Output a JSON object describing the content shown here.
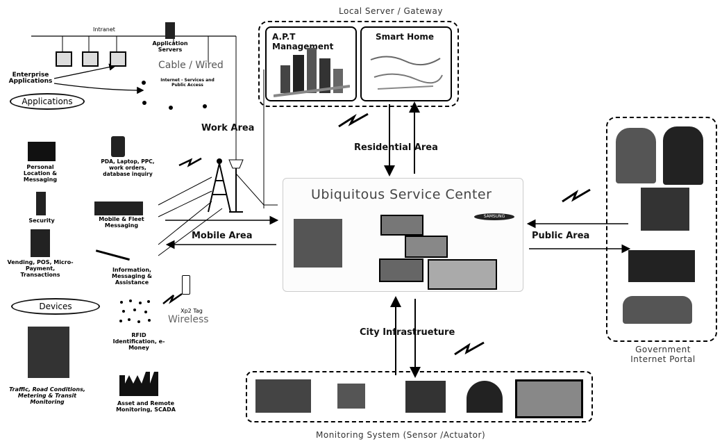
{
  "local_server": {
    "title": "Local Server / Gateway",
    "panels": [
      "A.P.T Management",
      "Smart Home"
    ]
  },
  "applications": {
    "intranet": "Intranet",
    "app_servers": "Application Servers",
    "cable_wired": "Cable / Wired",
    "enterprise_apps": "Enterprise Applications",
    "internet": "Internet - Services and Public Access",
    "applications_oval": "Applications"
  },
  "areas": {
    "work": "Work Area",
    "residential": "Residential Area",
    "mobile": "Mobile Area",
    "public": "Public Area",
    "city": "City Infrastrueture"
  },
  "center": {
    "title": "Ubiquitous Service Center",
    "brand": "SAMSUNG"
  },
  "left_items": [
    "Personal Location & Messaging",
    "Security",
    "Vending, POS, Micro-Payment, Transactions",
    "PDA, Laptop, PPC, work orders, database inquiry",
    "Mobile & Fleet Messaging",
    "Information, Messaging & Assistance",
    "Xp2 Tag",
    "RFID Identification, e-Money",
    "Traffic, Road Conditions, Metering & Transit Monitoring",
    "Asset and Remote Monitoring, SCADA"
  ],
  "devices_oval": "Devices",
  "wireless": "Wireless",
  "government": {
    "label": "Government Internet Portal"
  },
  "monitoring": {
    "label": "Monitoring System (Sensor /Actuator)"
  }
}
